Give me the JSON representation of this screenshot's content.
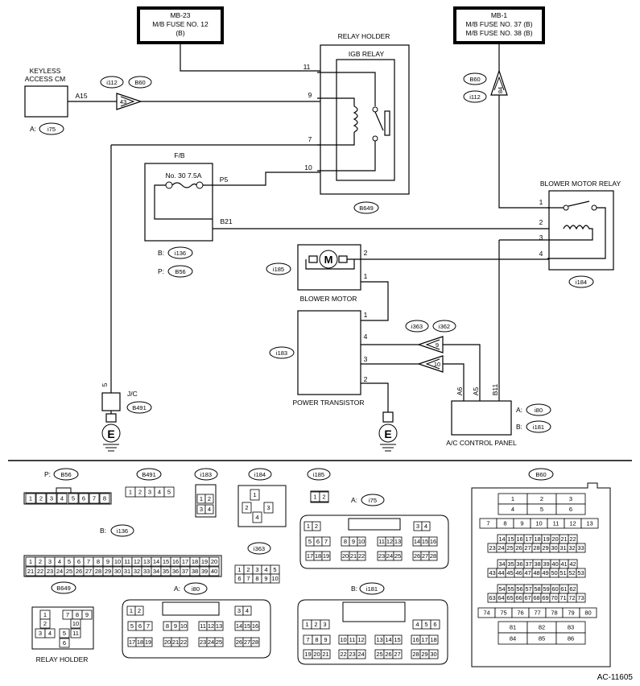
{
  "diagram": {
    "mb23": {
      "l1": "MB-23",
      "l2": "M/B FUSE NO. 12",
      "l3": "(B)"
    },
    "mb1": {
      "l1": "MB-1",
      "l2": "M/B FUSE NO. 37 (B)",
      "l3": "M/B FUSE NO. 38 (B)"
    },
    "relay_holder": "RELAY HOLDER",
    "igb_relay": "IGB RELAY",
    "keyless": {
      "l1": "KEYLESS",
      "l2": "ACCESS CM"
    },
    "fb": "F/B",
    "fuse": "No. 30  7.5A",
    "blower_relay": "BLOWER MOTOR RELAY",
    "blower_motor": "BLOWER MOTOR",
    "power_transistor": "POWER TRANSISTOR",
    "ac_panel": "A/C CONTROL PANEL",
    "jc": "J/C",
    "motor_symbol": "M",
    "ground_symbol": "E",
    "wires": {
      "a15": "A15",
      "p5": "P5",
      "b21": "B21",
      "a6": "A6",
      "a5": "A5",
      "b11": "B11"
    },
    "pins": {
      "p11": "11",
      "p9": "9",
      "p7": "7",
      "p10": "10",
      "p1": "1",
      "p2": "2",
      "p3": "3",
      "p4": "4",
      "p5": "5",
      "c43": "43",
      "c84": "84",
      "c9": "9",
      "c10": "10"
    },
    "conn": {
      "i112": "i112",
      "b60": "B60",
      "i75": "i75",
      "b649": "B649",
      "i136": "i136",
      "b56": "B56",
      "i185": "i185",
      "i184": "i184",
      "i183": "i183",
      "i363": "i363",
      "i362": "i362",
      "b491": "B491",
      "i80": "i80",
      "i181": "i181"
    },
    "prefix": {
      "a": "A:",
      "b": "B:",
      "p": "P:"
    },
    "code": "AC-11605"
  },
  "connectors": {
    "b56": [
      "1",
      "2",
      "3",
      "4",
      "5",
      "6",
      "7",
      "8"
    ],
    "b491": [
      "1",
      "2",
      "3",
      "4",
      "5"
    ],
    "i183": [
      "1",
      "2",
      "3",
      "4"
    ],
    "i184": [
      "1",
      "2",
      "3",
      "4"
    ],
    "i185": [
      "1",
      "2"
    ],
    "i363": [
      "1",
      "2",
      "3",
      "4",
      "5",
      "6",
      "7",
      "8",
      "9",
      "10"
    ],
    "i136_top": [
      "1",
      "2",
      "3",
      "4",
      "5",
      "6",
      "7",
      "8",
      "9",
      "10",
      "11",
      "12",
      "13",
      "14",
      "15",
      "16",
      "17",
      "18",
      "19",
      "20"
    ],
    "i136_bot": [
      "21",
      "22",
      "23",
      "24",
      "25",
      "26",
      "27",
      "28",
      "29",
      "30",
      "31",
      "32",
      "33",
      "34",
      "35",
      "36",
      "37",
      "38",
      "39",
      "40"
    ],
    "b649": [
      "7",
      "8",
      "9",
      "1",
      "2",
      "10",
      "3",
      "4",
      "5",
      "11",
      "6"
    ],
    "i75_r1": [
      "1",
      "2",
      "3",
      "4"
    ],
    "i75_r2": [
      "5",
      "6",
      "7",
      "8",
      "9",
      "10",
      "11",
      "12",
      "13",
      "14",
      "15",
      "16"
    ],
    "i75_r3": [
      "17",
      "18",
      "19",
      "20",
      "21",
      "22",
      "23",
      "24",
      "25",
      "26",
      "27",
      "28"
    ],
    "i80_r1": [
      "1",
      "2",
      "3",
      "4"
    ],
    "i80_r2": [
      "5",
      "6",
      "7",
      "8",
      "9",
      "10",
      "11",
      "12",
      "13",
      "14",
      "15",
      "16"
    ],
    "i80_r3": [
      "17",
      "18",
      "19",
      "20",
      "21",
      "22",
      "23",
      "24",
      "25",
      "26",
      "27",
      "28"
    ],
    "i181_r1": [
      "1",
      "2",
      "3",
      "4",
      "5",
      "6"
    ],
    "i181_r2": [
      "7",
      "8",
      "9",
      "10",
      "11",
      "12",
      "13",
      "14",
      "15",
      "16",
      "17",
      "18"
    ],
    "i181_r3": [
      "19",
      "20",
      "21",
      "22",
      "23",
      "24",
      "25",
      "26",
      "27",
      "28",
      "29",
      "30"
    ],
    "b60_r1": [
      "1",
      "2",
      "3"
    ],
    "b60_r2": [
      "4",
      "5",
      "6"
    ],
    "b60_r3": [
      "7",
      "8",
      "9",
      "10",
      "11",
      "12",
      "13"
    ],
    "b60_r4": [
      "14",
      "15",
      "16",
      "17",
      "18",
      "19",
      "20",
      "21",
      "22"
    ],
    "b60_r5": [
      "23",
      "24",
      "25",
      "26",
      "27",
      "28",
      "29",
      "30",
      "31",
      "32",
      "33"
    ],
    "b60_r6": [
      "34",
      "35",
      "36",
      "37",
      "38",
      "39",
      "40",
      "41",
      "42"
    ],
    "b60_r7": [
      "43",
      "44",
      "45",
      "46",
      "47",
      "48",
      "49",
      "50",
      "51",
      "52",
      "53"
    ],
    "b60_r8": [
      "54",
      "55",
      "56",
      "57",
      "58",
      "59",
      "60",
      "61",
      "62"
    ],
    "b60_r9": [
      "63",
      "64",
      "65",
      "66",
      "67",
      "68",
      "69",
      "70",
      "71",
      "72",
      "73"
    ],
    "b60_r10": [
      "74",
      "75",
      "76",
      "77",
      "78",
      "79",
      "80"
    ],
    "b60_r11": [
      "81",
      "82",
      "83"
    ],
    "b60_r12": [
      "84",
      "85",
      "86"
    ]
  }
}
